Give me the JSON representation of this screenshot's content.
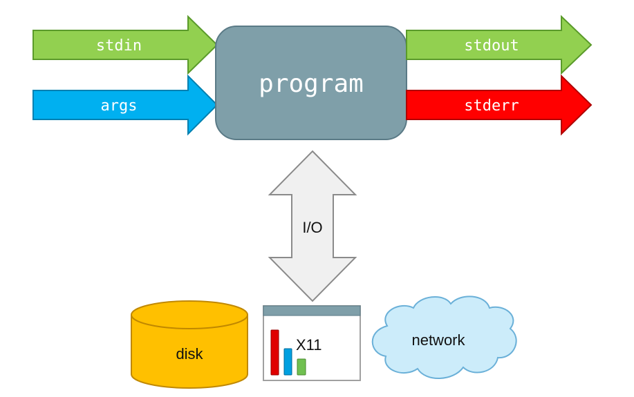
{
  "program": {
    "label": "program"
  },
  "inputs": {
    "stdin": {
      "label": "stdin",
      "fill": "#92d050",
      "stroke": "#5a9a2a"
    },
    "args": {
      "label": "args",
      "fill": "#00b0f0",
      "stroke": "#0080b0"
    }
  },
  "outputs": {
    "stdout": {
      "label": "stdout",
      "fill": "#92d050",
      "stroke": "#5a9a2a"
    },
    "stderr": {
      "label": "stderr",
      "fill": "#ff0000",
      "stroke": "#b00000"
    }
  },
  "io": {
    "label": "I/O"
  },
  "resources": {
    "disk": {
      "label": "disk",
      "fill": "#ffc000"
    },
    "x11": {
      "label": "X11"
    },
    "network": {
      "label": "network",
      "fill": "#ccecfa"
    }
  },
  "colors": {
    "program_fill": "#7f9fa9",
    "program_stroke": "#5a7a86",
    "io_arrow_fill": "#f0f0f0",
    "io_arrow_stroke": "#8a8a8a",
    "x11_titlebar": "#7f9fa9",
    "x11_bar_red": "#e00000",
    "x11_bar_blue": "#00a0e0",
    "x11_bar_green": "#70c050"
  }
}
